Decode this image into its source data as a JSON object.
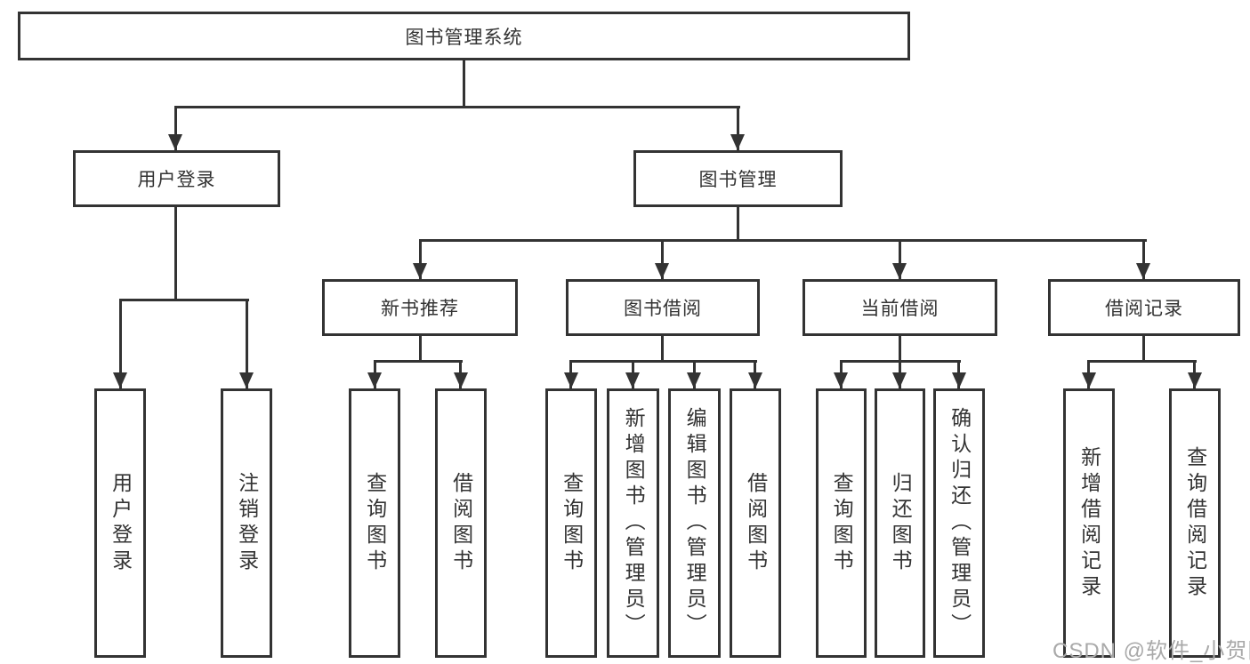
{
  "diagram": {
    "root": "图书管理系统",
    "branches": [
      {
        "label": "用户登录",
        "children": [
          {
            "label": "用户登录"
          },
          {
            "label": "注销登录"
          }
        ]
      },
      {
        "label": "图书管理",
        "children": [
          {
            "label": "新书推荐",
            "children": [
              {
                "label": "查询图书"
              },
              {
                "label": "借阅图书"
              }
            ]
          },
          {
            "label": "图书借阅",
            "children": [
              {
                "label": "查询图书"
              },
              {
                "label": "新增图书（管理员）"
              },
              {
                "label": "编辑图书（管理员）"
              },
              {
                "label": "借阅图书"
              }
            ]
          },
          {
            "label": "当前借阅",
            "children": [
              {
                "label": "查询图书"
              },
              {
                "label": "归还图书"
              },
              {
                "label": "确认归还（管理员）"
              }
            ]
          },
          {
            "label": "借阅记录",
            "children": [
              {
                "label": "新增借阅记录"
              },
              {
                "label": "查询借阅记录"
              }
            ]
          }
        ]
      }
    ]
  },
  "watermark": {
    "text": "CSDN @软件_小贺同学"
  },
  "colors": {
    "line": "#333333",
    "text": "#333333",
    "background": "#ffffff",
    "watermark": "#a9a9a9"
  }
}
